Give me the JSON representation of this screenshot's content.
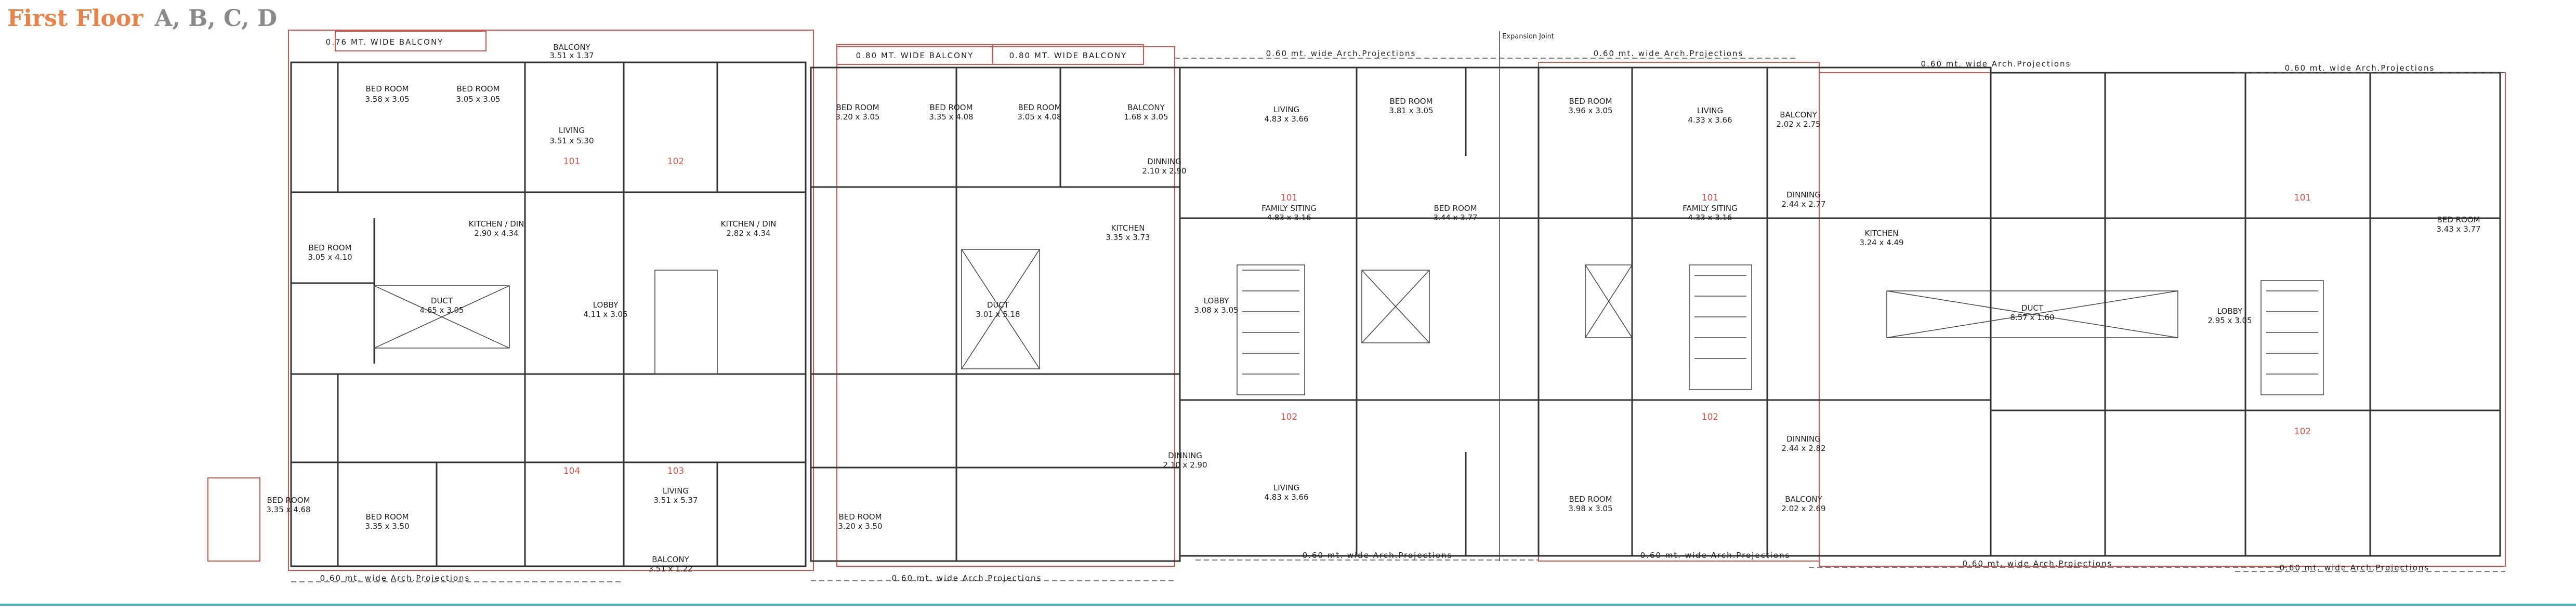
{
  "title": {
    "main": "First Floor",
    "sub": "A, B, C, D"
  },
  "projection_label": "0.60 mt. wide Arch.Projections",
  "balcony_wide_076": "0.76 MT. WIDE BALCONY",
  "balcony_wide_080": "0.80 MT. WIDE BALCONY",
  "expansion_joint": "Expansion Joint",
  "flats": [
    "101",
    "102",
    "103",
    "104"
  ],
  "rooms": [
    {
      "name": "BED ROOM",
      "size": "3.58 x 3.05"
    },
    {
      "name": "BED ROOM",
      "size": "3.05 x 3.05"
    },
    {
      "name": "BALCONY",
      "size": "3.51 x 1.37"
    },
    {
      "name": "LIVING",
      "size": "3.51 x 5.30"
    },
    {
      "name": "BED ROOM",
      "size": "3.05 x 4.10"
    },
    {
      "name": "KITCHEN / DIN",
      "size": "2.90 x 4.34"
    },
    {
      "name": "KITCHEN / DIN",
      "size": "2.82 x 4.34"
    },
    {
      "name": "BED ROOM",
      "size": "3.20 x 3.05"
    },
    {
      "name": "BED ROOM",
      "size": "3.35 x 4.08"
    },
    {
      "name": "BED ROOM",
      "size": "3.05 x 4.08"
    },
    {
      "name": "BALCONY",
      "size": "1.68 x 3.05"
    },
    {
      "name": "LIVING",
      "size": "4.83 x 3.66"
    },
    {
      "name": "BED ROOM",
      "size": "3.81 x 3.05"
    },
    {
      "name": "DINNING",
      "size": "2.10 x 2.90"
    },
    {
      "name": "KITCHEN",
      "size": "3.35 x 3.73"
    },
    {
      "name": "FAMILY SITING",
      "size": "4.83 x 3.16"
    },
    {
      "name": "BED ROOM",
      "size": "3.44 x 3.77"
    },
    {
      "name": "LOBBY",
      "size": "4.11 x 3.05"
    },
    {
      "name": "LOBBY",
      "size": "3.08 x 3.05"
    },
    {
      "name": "LOBBY",
      "size": "2.95 x 3.05"
    },
    {
      "name": "DUCT",
      "size": "4.65 x 3.05"
    },
    {
      "name": "DUCT",
      "size": "3.01 x 5.18"
    },
    {
      "name": "DUCT",
      "size": "8.57 x 1.60"
    },
    {
      "name": "BED ROOM",
      "size": "3.96 x 3.05"
    },
    {
      "name": "LIVING",
      "size": "4.33 x 3.66"
    },
    {
      "name": "DINNING",
      "size": "2.44 x 2.77"
    },
    {
      "name": "KITCHEN",
      "size": "3.24 x 4.49"
    },
    {
      "name": "FAMILY SITING",
      "size": "4.33 x 3.16"
    },
    {
      "name": "BED ROOM",
      "size": "3.43 x 3.77"
    },
    {
      "name": "BALCONY",
      "size": "2.02 x 2.75"
    },
    {
      "name": "BED ROOM",
      "size": "3.35 x 4.68"
    },
    {
      "name": "BED ROOM",
      "size": "3.35 x 3.50"
    },
    {
      "name": "LIVING",
      "size": "3.51 x 5.37"
    },
    {
      "name": "BALCONY",
      "size": "3.51 x 1.22"
    },
    {
      "name": "BED ROOM",
      "size": "3.20 x 3.50"
    },
    {
      "name": "DINNING",
      "size": "2.10 x 2.90"
    },
    {
      "name": "LIVING",
      "size": "4.83 x 3.66"
    },
    {
      "name": "BALCONY",
      "size": "2.02 x 2.69"
    },
    {
      "name": "DINNING",
      "size": "2.44 x 2.82"
    },
    {
      "name": "BED ROOM",
      "size": "3.98 x 3.05"
    }
  ]
}
